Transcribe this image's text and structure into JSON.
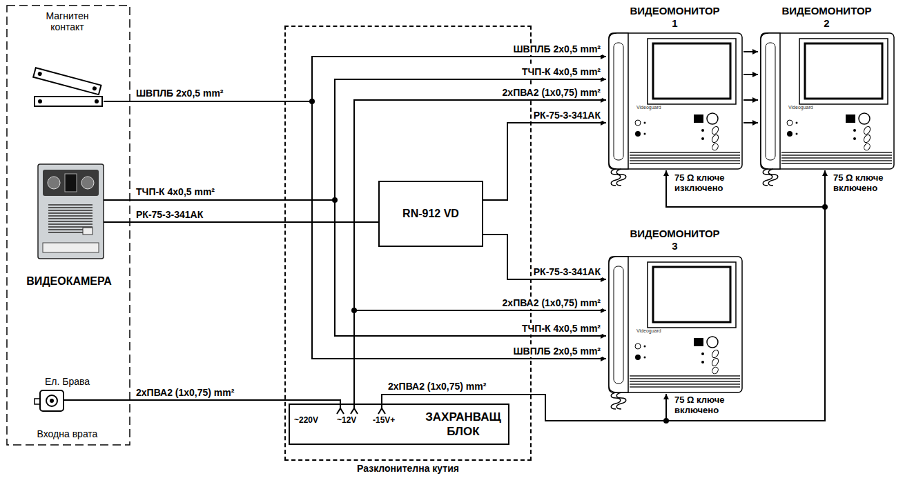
{
  "diagram": {
    "nodes": [
      {
        "text": [
          "Магнитен контакт"
        ]
      },
      {
        "text": [
          "ВИДЕОКАМЕРА"
        ]
      },
      {
        "text": [
          "Ел. Брава",
          "Входна врата"
        ]
      },
      {
        "text": [
          "Разклонителна кутия"
        ]
      },
      {
        "text": [
          "RN-912 VD"
        ],
        "in": 3
      },
      {
        "text": [
          "~220V",
          "~12V",
          "-15V+",
          "ЗАХРАНВАЩ БЛОК"
        ],
        "in": 3
      },
      {
        "text": [
          "ВИДЕОМОНИТОР 1"
        ]
      },
      {
        "text": [
          "ВИДЕОМОНИТОР 2"
        ]
      },
      {
        "text": [
          "ВИДЕОМОНИТОР 3"
        ]
      }
    ],
    "edges": [
      {
        "from": 0,
        "to": 6,
        "arrow": "to",
        "label": "ШВПЛБ 2x0,5 mm²"
      },
      {
        "from": 0,
        "to": 8,
        "arrow": "to",
        "label": "ШВПЛБ 2x0,5 mm²"
      },
      {
        "from": 1,
        "to": 6,
        "arrow": "to",
        "label": "ТЧП-К 4x0,5 mm²"
      },
      {
        "from": 1,
        "to": 8,
        "arrow": "to",
        "label": "ТЧП-К 4x0,5 mm²"
      },
      {
        "from": 1,
        "to": 4,
        "arrow": "none",
        "label": "РК-75-3-341АК"
      },
      {
        "from": 4,
        "to": 6,
        "arrow": "to",
        "label": "РК-75-3-341АК"
      },
      {
        "from": 4,
        "to": 8,
        "arrow": "to",
        "label": "РК-75-3-341АК"
      },
      {
        "from": 5,
        "to": 6,
        "arrow": "to",
        "label": "2xПВА2 (1x0,75) mm²"
      },
      {
        "from": 5,
        "to": 8,
        "arrow": "to",
        "label": "2xПВА2 (1x0,75) mm²"
      },
      {
        "from": 2,
        "to": 5,
        "arrow": "none",
        "label": "2xПВА2 (1x0,75) mm²"
      },
      {
        "from": 5,
        "to": 8,
        "arrow": "to"
      },
      {
        "from": 5,
        "to": 6,
        "arrow": "to"
      },
      {
        "from": 5,
        "to": 7,
        "arrow": "to"
      },
      {
        "from": 6,
        "to": 7,
        "arrow": "to"
      },
      {
        "from": 6,
        "to": 7,
        "arrow": "to"
      },
      {
        "from": 6,
        "to": 7,
        "arrow": "to"
      },
      {
        "from": 6,
        "to": 7,
        "arrow": "to"
      }
    ],
    "labels": [
      "ШВПЛБ 2x0,5 mm²",
      "ТЧП-К 4x0,5 mm²",
      "2xПВА2 (1x0,75) mm²",
      "75 Ω ключе изключено",
      "75 Ω ключе включено",
      "75 Ω ключе включено",
      "Videoguard",
      "Videoguard",
      "Videoguard"
    ]
  }
}
